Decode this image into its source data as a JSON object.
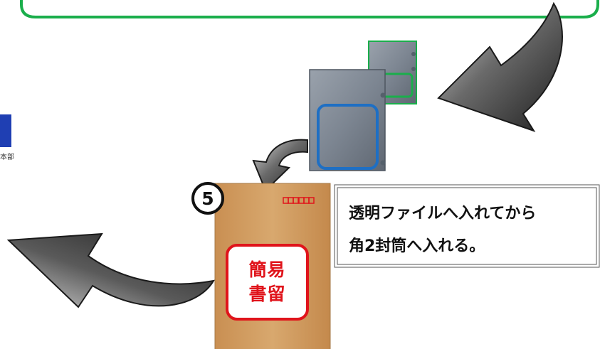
{
  "side_text": "本部",
  "step_number": "5",
  "stamp": {
    "line1": "簡易",
    "line2": "書留"
  },
  "note": {
    "line1": "透明ファイルへ入れてから",
    "line2": "角2封筒へ入れる。"
  },
  "colors": {
    "green_border": "#1aae4b",
    "blue_frame": "#1e6fc4",
    "stamp_red": "#e0141b",
    "envelope": "#d6a469",
    "folder_gray": "#7f8894",
    "arrow_dark": "#3a3a3a"
  }
}
